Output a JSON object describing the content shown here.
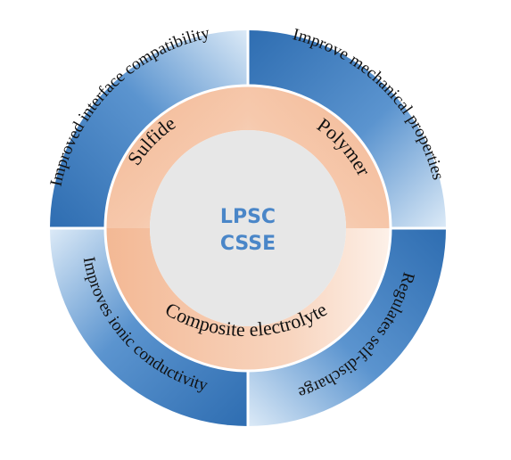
{
  "center": {
    "line1": "LPSC",
    "line2": "CSSE",
    "color": "#4a86c8"
  },
  "inner_ring": {
    "segments": [
      {
        "label": "Sulfide"
      },
      {
        "label": "Polymer"
      },
      {
        "label": "Composite electrolyte"
      }
    ],
    "colors": [
      "#f3b894",
      "#f8d6c1",
      "#fdf1e9"
    ]
  },
  "outer_ring": {
    "segments": [
      {
        "label": "Improved interface compatibility"
      },
      {
        "label": "Improve mechanical properties"
      },
      {
        "label": "Regulates self-discharge"
      },
      {
        "label": "Improves ionic conductivity"
      }
    ],
    "colors": [
      "#2e6db1",
      "#dceaf7"
    ]
  },
  "colors": {
    "center_fill": "#e7e7e7",
    "separator": "#ffffff"
  }
}
